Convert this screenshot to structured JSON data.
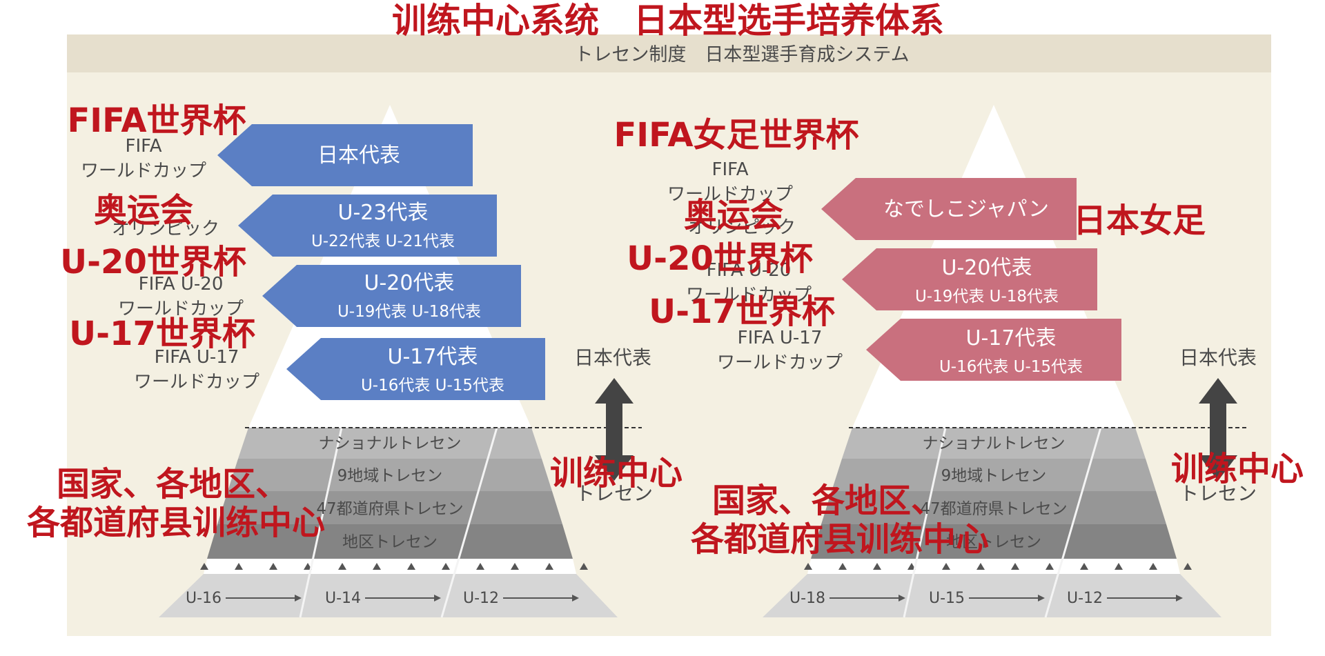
{
  "colors": {
    "red": "#c0161e",
    "blue": "#5b7fc4",
    "pink": "#c9707e",
    "beige_bg": "#f4f0e2",
    "header_bar": "#e6dfcd"
  },
  "header_jp": "トレセン制度　日本型選手育成システム",
  "overlays": {
    "title": "训练中心系统　日本型选手培养体系",
    "left": {
      "world_cup": "FIFA世界杯",
      "olympics": "奥运会",
      "u20": "U-20世界杯",
      "u17": "U-17世界杯",
      "training_center": "训练中心",
      "regional_line1": "国家、各地区、",
      "regional_line2": "各都道府县训练中心"
    },
    "right": {
      "womens_world_cup": "FIFA女足世界杯",
      "olympics": "奥运会",
      "japan_women": "日本女足",
      "u20": "U-20世界杯",
      "u17": "U-17世界杯",
      "training_center": "训练中心",
      "regional_line1": "国家、各地区、",
      "regional_line2": "各都道府县训练中心"
    }
  },
  "left": {
    "tournaments": [
      [
        "FIFA",
        "ワールドカップ"
      ],
      [
        "",
        "オリンピック"
      ],
      [
        "FIFA U-20",
        "ワールドカップ"
      ],
      [
        "FIFA U-17",
        "ワールドカップ"
      ]
    ],
    "teams": [
      {
        "main": "日本代表",
        "sub": ""
      },
      {
        "main": "U-23代表",
        "sub": "U-22代表 U-21代表"
      },
      {
        "main": "U-20代表",
        "sub": "U-19代表 U-18代表"
      },
      {
        "main": "U-17代表",
        "sub": "U-16代表 U-15代表"
      }
    ],
    "side_top": "日本代表",
    "side_bottom": "トレセン",
    "levels": [
      "ナショナルトレセン",
      "9地域トレセン",
      "47都道府県トレセン",
      "地区トレセン"
    ],
    "ages": [
      "U-16",
      "U-14",
      "U-12"
    ]
  },
  "right": {
    "tournaments": [
      [
        "FIFA",
        "ワールドカップ"
      ],
      [
        "",
        "オリンピック"
      ],
      [
        "FIFA U-20",
        "ワールドカップ"
      ],
      [
        "FIFA U-17",
        "ワールドカップ"
      ]
    ],
    "teams": [
      {
        "main": "なでしこジャパン",
        "sub": ""
      },
      {
        "main": "U-20代表",
        "sub": "U-19代表 U-18代表"
      },
      {
        "main": "U-17代表",
        "sub": "U-16代表 U-15代表"
      }
    ],
    "side_top": "日本代表",
    "side_bottom": "トレセン",
    "levels": [
      "ナショナルトレセン",
      "9地域トレセン",
      "47都道府県トレセン",
      "地区トレセン"
    ],
    "ages": [
      "U-18",
      "U-15",
      "U-12"
    ]
  }
}
